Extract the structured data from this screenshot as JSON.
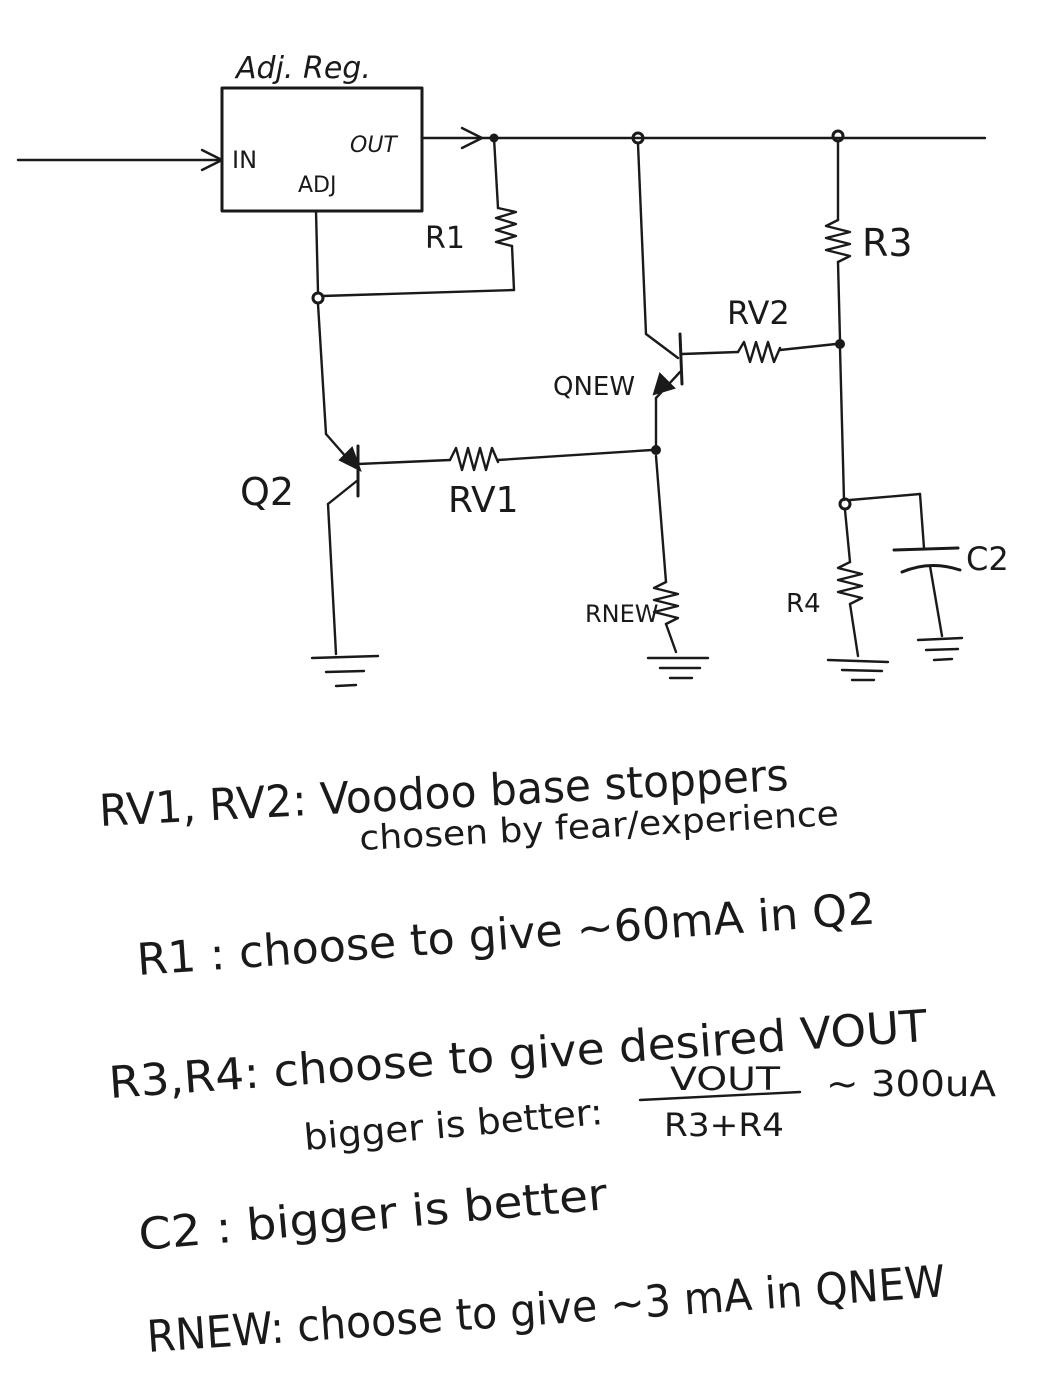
{
  "regulator": {
    "title": "Adj. Reg.",
    "in_pin": "IN",
    "out_pin": "OUT",
    "adj_pin": "ADJ"
  },
  "components": {
    "r1": "R1",
    "r3": "R3",
    "rv2": "RV2",
    "q_new": "QNEW",
    "q2": "Q2",
    "rv1": "RV1",
    "r_new": "RNEW",
    "r4": "R4",
    "c2": "C2"
  },
  "notes": {
    "rv_line1": "RV1, RV2: Voodoo base stoppers",
    "rv_line2": "chosen by fear/experience",
    "r1": "R1 : choose to give ~60mA in Q2",
    "r3r4_line1": "R3,R4: choose to give desired VOUT",
    "r3r4_line2": "bigger is better:",
    "frac_num": "VOUT",
    "frac_den": "R3+R4",
    "frac_result": "~ 300uA",
    "c2": "C2 : bigger is better",
    "rnew": "RNEW: choose to give ~3 mA in QNEW"
  }
}
